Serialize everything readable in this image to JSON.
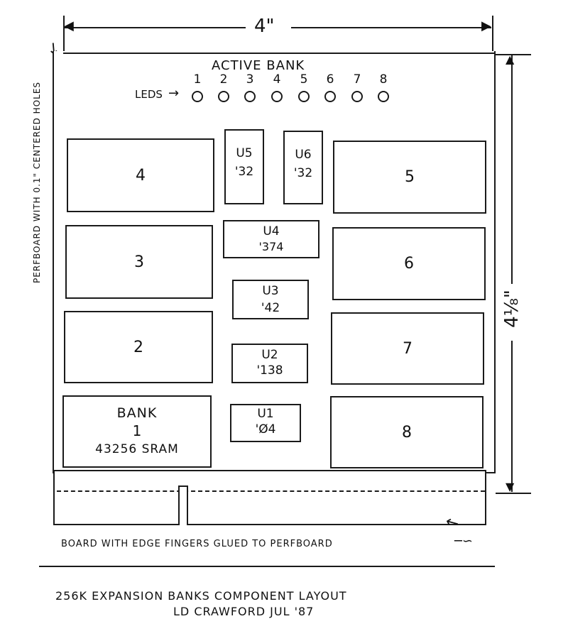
{
  "dimension_width": "4\"",
  "dimension_height": "4⅛\"",
  "perfboard_note": "PERFBOARD WITH 0.1\" CENTERED HOLES",
  "active_bank_label": "ACTIVE BANK",
  "leds_label": "LEDS",
  "led_numbers": [
    "1",
    "2",
    "3",
    "4",
    "5",
    "6",
    "7",
    "8"
  ],
  "banks": {
    "b1_title": "BANK",
    "b1_num": "1",
    "b1_sram": "43256 SRAM",
    "b2": "2",
    "b3": "3",
    "b4": "4",
    "b5": "5",
    "b6": "6",
    "b7": "7",
    "b8": "8"
  },
  "chips": {
    "u5_name": "U5",
    "u5_part": "'32",
    "u6_name": "U6",
    "u6_part": "'32",
    "u4_name": "U4",
    "u4_part": "'374",
    "u3_name": "U3",
    "u3_part": "'42",
    "u2_name": "U2",
    "u2_part": "'138",
    "u1_name": "U1",
    "u1_part": "'Ø4"
  },
  "edge_board_note": "BOARD WITH EDGE FINGERS GLUED TO PERFBOARD",
  "caption_title": "256K EXPANSION BANKS COMPONENT LAYOUT",
  "caption_author": "LD CRAWFORD JUL '87"
}
